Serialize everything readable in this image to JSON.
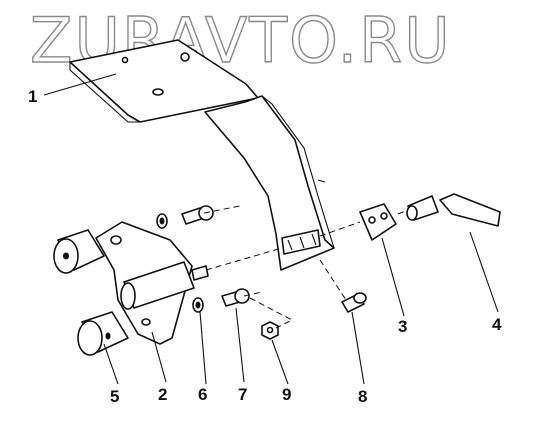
{
  "watermark": "ZURAVTO.RU",
  "callouts": [
    {
      "id": "1",
      "label": "1"
    },
    {
      "id": "2",
      "label": "2"
    },
    {
      "id": "3",
      "label": "3"
    },
    {
      "id": "4",
      "label": "4"
    },
    {
      "id": "5",
      "label": "5"
    },
    {
      "id": "6",
      "label": "6"
    },
    {
      "id": "7",
      "label": "7"
    },
    {
      "id": "8",
      "label": "8"
    },
    {
      "id": "9",
      "label": "9"
    }
  ],
  "colors": {
    "ink": "#111111",
    "watermark": "#8a8a8a",
    "background": "#ffffff"
  }
}
